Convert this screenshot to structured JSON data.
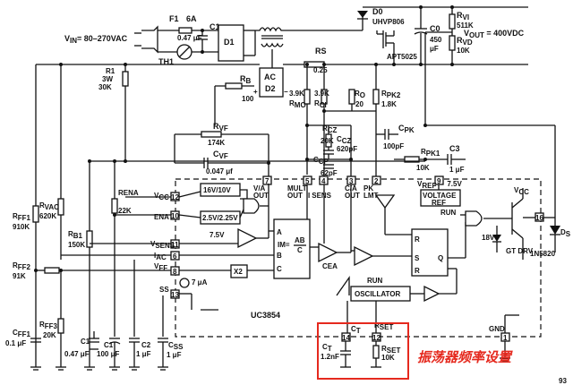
{
  "vin": "V",
  "vin_sub": "IN",
  "vin_value": "= 80–270VAC",
  "vout": "V",
  "vout_sub": "OUT",
  "vout_value": " = 400VDC",
  "ic_name": "UC3854",
  "annotation": "振荡器频率设置",
  "page_number": "93",
  "fuse": {
    "ref": "F1",
    "value": "6A"
  },
  "c1": {
    "ref": "C1",
    "value": "0.47 μF"
  },
  "th1": "TH1",
  "d1": "D1",
  "d2": {
    "ac": "AC",
    "ref": "D2"
  },
  "d0": {
    "ref": "D0",
    "part": "UHVP806"
  },
  "mosfet": "APT5025",
  "co": {
    "ref": "C0",
    "value1": "450",
    "value2": "μF"
  },
  "rvi": {
    "ref": "R",
    "sub": "VI",
    "value": "511K"
  },
  "rvd": {
    "ref": "R",
    "sub": "VD",
    "value": "10K"
  },
  "rs": {
    "ref": "RS",
    "value": "0.25"
  },
  "rb": {
    "ref": "R",
    "sub": "B",
    "value": "100"
  },
  "r1": {
    "ref": "R1",
    "value1": "3W",
    "value2": "30K"
  },
  "rmo": {
    "value": "3.9K",
    "ref": "R",
    "sub": "MO"
  },
  "rci": {
    "value": "3.9K",
    "ref": "R",
    "sub": "CI"
  },
  "ro": {
    "ref": "R",
    "sub": "O",
    "value": "20"
  },
  "rpk2": {
    "ref": "R",
    "sub": "PK2",
    "value": "1.8K"
  },
  "rvf": {
    "ref": "R",
    "sub": "VF",
    "value": "174K"
  },
  "cvf": {
    "ref": "C",
    "sub": "VF",
    "value": "0.047 μf"
  },
  "rcz": {
    "ref": "R",
    "sub": "CZ",
    "value": "20K"
  },
  "ccz": {
    "ref": "C",
    "sub": "CZ",
    "value": "620pF"
  },
  "ccp": {
    "ref": "C",
    "sub": "CP",
    "value": "62pF"
  },
  "cpk": {
    "ref": "C",
    "sub": "PK",
    "value": "100pF"
  },
  "rpk1": {
    "ref": "R",
    "sub": "PK1",
    "value": "10K"
  },
  "c3": {
    "ref": "C3",
    "value": "1 μF"
  },
  "rff1": {
    "ref": "R",
    "sub": "FF1",
    "value": "910K"
  },
  "rvac": {
    "ref": "R",
    "sub": "VAC",
    "value": "620K"
  },
  "rb1": {
    "ref": "R",
    "sub": "B1",
    "value": "150K"
  },
  "rff2": {
    "ref": "R",
    "sub": "FF2",
    "value": "91K"
  },
  "rff3": {
    "ref": "R",
    "sub": "FF3",
    "value": "20K"
  },
  "cff1": {
    "ref": "C",
    "sub": "FF1",
    "value": "0.1 μF"
  },
  "c1b": {
    "ref": "C1",
    "value": "0.47 μF"
  },
  "c1c": {
    "ref": "C1",
    "value": "100 μF"
  },
  "c2": {
    "ref": "C2",
    "value": "1 μF"
  },
  "css": {
    "ref": "C",
    "sub": "SS",
    "value": "1 μF"
  },
  "rena": {
    "ref": "RENA",
    "value": "22K"
  },
  "ct": {
    "ref": "C",
    "sub": "T",
    "value": "1.2nF"
  },
  "rset": {
    "ref": "R",
    "sub": "SET",
    "value": "10K"
  },
  "ct_label": "C",
  "ct_label_sub": "T",
  "rset_label": "R",
  "rset_label_sub": "SET",
  "gnd": "GND",
  "vcc_out": "V",
  "vcc_out_sub": "CC",
  "ds": {
    "ref": "D",
    "sub": "S"
  },
  "zener": "18V",
  "gt_drv": "GT DRV",
  "d_1n5820": "1N5820",
  "blocks": {
    "vcc": "V",
    "vcc_sub": "CC",
    "uvlo": "16V/10V",
    "ena": "ENA",
    "ena_th": "2.5V/2.25V",
    "vsens": "V",
    "vsens_sub": "SENS",
    "ref75": "7.5V",
    "iac": "I",
    "iac_sub": "AC",
    "vff": "V",
    "vff_sub": "FF",
    "x2": "X2",
    "ss": "SS",
    "ss_current": "7 μA",
    "mult_a": "A",
    "mult_b": "B",
    "mult_c": "C",
    "mult_eq1": "IM=",
    "mult_eq2": "AB",
    "mult_eq3": "C",
    "va_out": "V/A",
    "va_out2": "OUT",
    "mult_out": "MULT",
    "mult_out2": "OUT",
    "isense": "I",
    "isense2": "SENS",
    "ca_out": "C/A",
    "ca_out2": "OUT",
    "pklmt": "PK",
    "pklmt2": "LMT",
    "cea": "CEA",
    "vref": "V",
    "vref_sub": "REF",
    "vref_val": "7.5V",
    "vref2": "VOLTAGE",
    "vref3": "REF",
    "run": "RUN",
    "run2": "RUN",
    "oscillator": "OSCILLATOR",
    "ff_r": "R",
    "ff_s": "S",
    "ff_q": "Q",
    "ff_r2": "R"
  },
  "pins": [
    "7",
    "5",
    "4",
    "3",
    "2",
    "9",
    "10",
    "11",
    "8",
    "6",
    "13",
    "1",
    "14",
    "12",
    "15",
    "16"
  ]
}
